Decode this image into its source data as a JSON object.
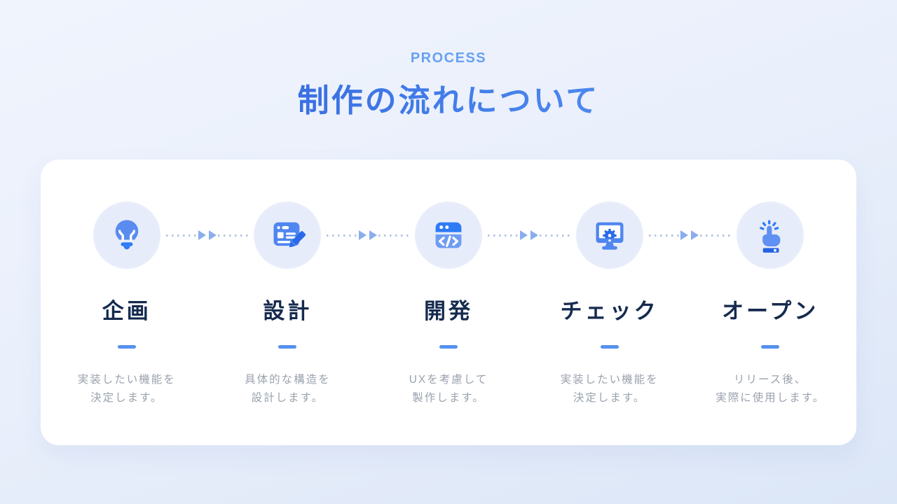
{
  "header": {
    "eyebrow": "PROCESS",
    "title": "制作の流れについて"
  },
  "colors": {
    "background_top": "#f0f4fd",
    "background_bottom": "#dbe6f7",
    "card": "#ffffff",
    "eyebrow_blue": "#68a0f3",
    "title_gradient_dark": "#2d55cd",
    "title_gradient_light": "#5f9ff6",
    "heading_navy": "#152a4e",
    "divider_blue": "#5591ee",
    "description_gray": "#9aa2ad",
    "icon_circle_bg": "#e7ecfa",
    "icon_blue_medium": "#5a8cf0",
    "icon_blue_bright": "#2e7bf5",
    "icon_blue_deep": "#2a6ae8",
    "connector_dot": "#b7c5e1",
    "connector_arrow": "#8badee"
  },
  "steps": [
    {
      "icon": "lightbulb-icon",
      "title": "企画",
      "description_line1": "実装したい機能を",
      "description_line2": "決定します。"
    },
    {
      "icon": "document-pencil-icon",
      "title": "設計",
      "description_line1": "具体的な構造を",
      "description_line2": "設計します。"
    },
    {
      "icon": "code-window-icon",
      "title": "開発",
      "description_line1": "UXを考慮して",
      "description_line2": "製作します。"
    },
    {
      "icon": "monitor-gear-icon",
      "title": "チェック",
      "description_line1": "実装したい機能を",
      "description_line2": "決定します。"
    },
    {
      "icon": "click-hand-icon",
      "title": "オープン",
      "description_line1": "リリース後、",
      "description_line2": "実際に使用します。"
    }
  ]
}
